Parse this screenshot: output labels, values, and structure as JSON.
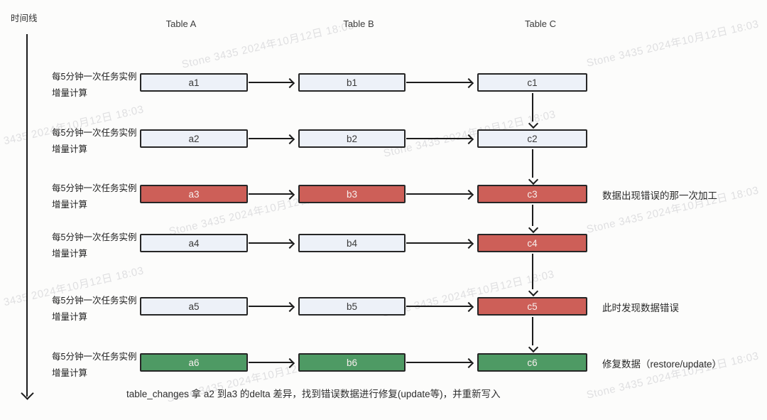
{
  "timeline": {
    "label": "时间线"
  },
  "columns": [
    {
      "header": "Table A"
    },
    {
      "header": "Table B"
    },
    {
      "header": "Table C"
    }
  ],
  "row_label": {
    "line1": "每5分钟一次任务实例",
    "line2": "增量计算"
  },
  "rows": [
    {
      "cells": [
        "a1",
        "b1",
        "c1"
      ],
      "states": [
        "normal",
        "normal",
        "normal"
      ],
      "annotation": ""
    },
    {
      "cells": [
        "a2",
        "b2",
        "c2"
      ],
      "states": [
        "normal",
        "normal",
        "normal"
      ],
      "annotation": ""
    },
    {
      "cells": [
        "a3",
        "b3",
        "c3"
      ],
      "states": [
        "error",
        "error",
        "error"
      ],
      "annotation": "数据出现错误的那一次加工"
    },
    {
      "cells": [
        "a4",
        "b4",
        "c4"
      ],
      "states": [
        "normal",
        "normal",
        "error"
      ],
      "annotation": ""
    },
    {
      "cells": [
        "a5",
        "b5",
        "c5"
      ],
      "states": [
        "normal",
        "normal",
        "error"
      ],
      "annotation": "此时发现数据错误"
    },
    {
      "cells": [
        "a6",
        "b6",
        "c6"
      ],
      "states": [
        "fixed",
        "fixed",
        "fixed"
      ],
      "annotation": "修复数据（restore/update）"
    }
  ],
  "caption": "table_changes 拿 a2 到a3 的delta 差异，找到错误数据进行修复(update等)，并重新写入",
  "watermark": {
    "text": "Stone 3435 2024年10月12日 18:03"
  },
  "colors": {
    "normal_fill": "#edf1f8",
    "error_fill": "#cd5f58",
    "fixed_fill": "#4e9a64",
    "box_border": "#262626",
    "arrow": "#1c1c1c",
    "text_light": "#f7efed",
    "background": "#fcfcfb",
    "watermark": "#c9c9cc"
  }
}
